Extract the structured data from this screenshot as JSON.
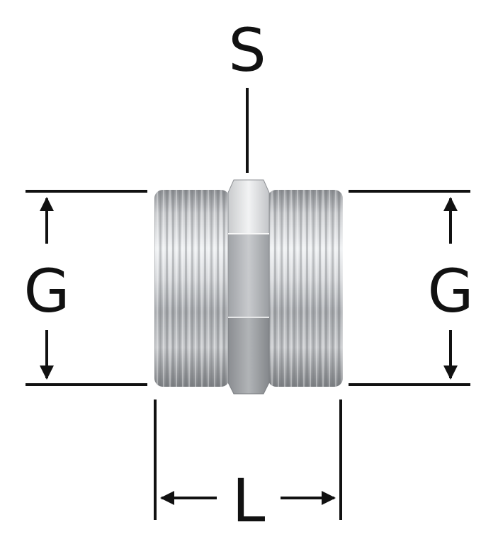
{
  "labels": {
    "top": "S",
    "left": "G",
    "right": "G",
    "bottom": "L"
  },
  "colors": {
    "line": "#111111",
    "metal_light": "#e9eaec",
    "metal_mid": "#b8babd",
    "metal_dark": "#7d8084",
    "background": "#ffffff"
  }
}
